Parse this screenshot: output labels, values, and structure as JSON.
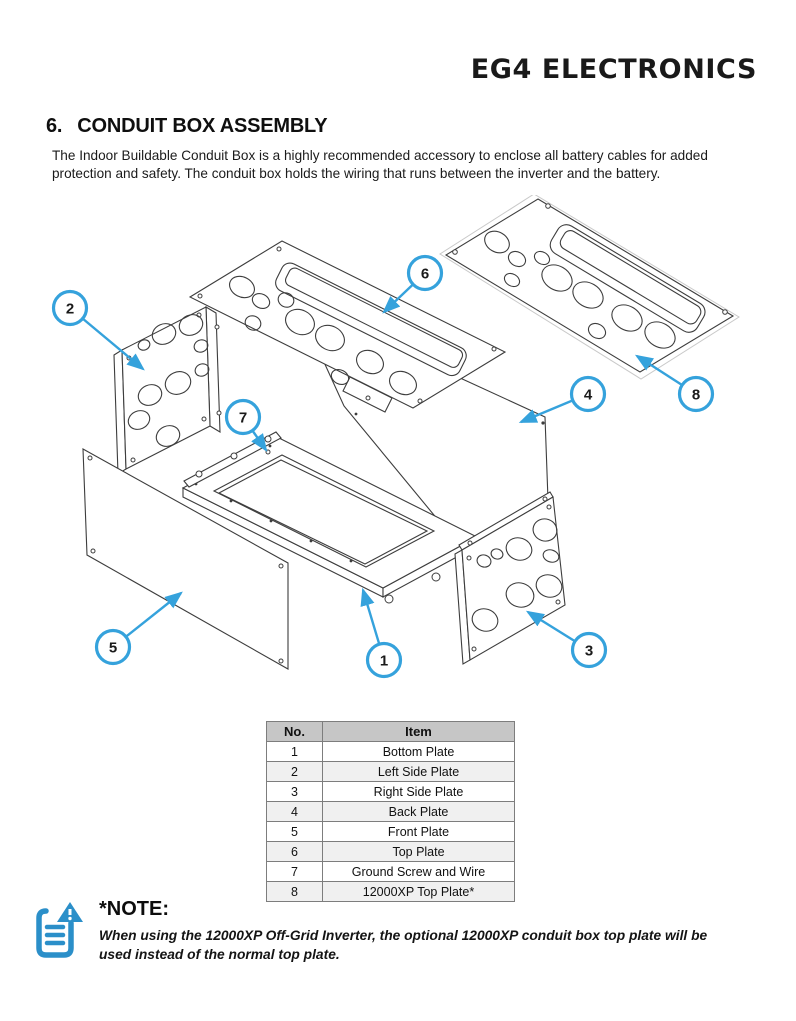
{
  "page": {
    "logo": "EG4 ELECTRONICS"
  },
  "section": {
    "number": "6.",
    "title": "CONDUIT BOX ASSEMBLY",
    "intro": "The Indoor Buildable Conduit Box is a highly recommended accessory to enclose all battery cables for added protection and safety. The conduit box holds the wiring that runs between the inverter and the battery."
  },
  "diagram": {
    "description": "Exploded view of conduit box assembly",
    "callouts": {
      "c1": "1",
      "c2": "2",
      "c3": "3",
      "c4": "4",
      "c5": "5",
      "c6": "6",
      "c7": "7",
      "c8": "8"
    }
  },
  "parts_table": {
    "headers": {
      "no": "No.",
      "item": "Item"
    },
    "rows": [
      {
        "no": "1",
        "item": "Bottom Plate"
      },
      {
        "no": "2",
        "item": "Left Side Plate"
      },
      {
        "no": "3",
        "item": "Right Side Plate"
      },
      {
        "no": "4",
        "item": "Back Plate"
      },
      {
        "no": "5",
        "item": "Front Plate"
      },
      {
        "no": "6",
        "item": "Top Plate"
      },
      {
        "no": "7",
        "item": "Ground Screw and Wire"
      },
      {
        "no": "8",
        "item": "12000XP Top Plate*"
      }
    ]
  },
  "note": {
    "heading": "*NOTE:",
    "body": "When using the 12000XP Off-Grid Inverter, the optional 12000XP conduit box top plate will be used instead of the normal top plate."
  },
  "colors": {
    "callout_blue": "#35a2dc",
    "note_icon_blue": "#2b8fc9",
    "table_header_bg": "#c6c6c6",
    "table_alt_row_bg": "#f0f0f0",
    "line_art": "#3d3d3d"
  }
}
